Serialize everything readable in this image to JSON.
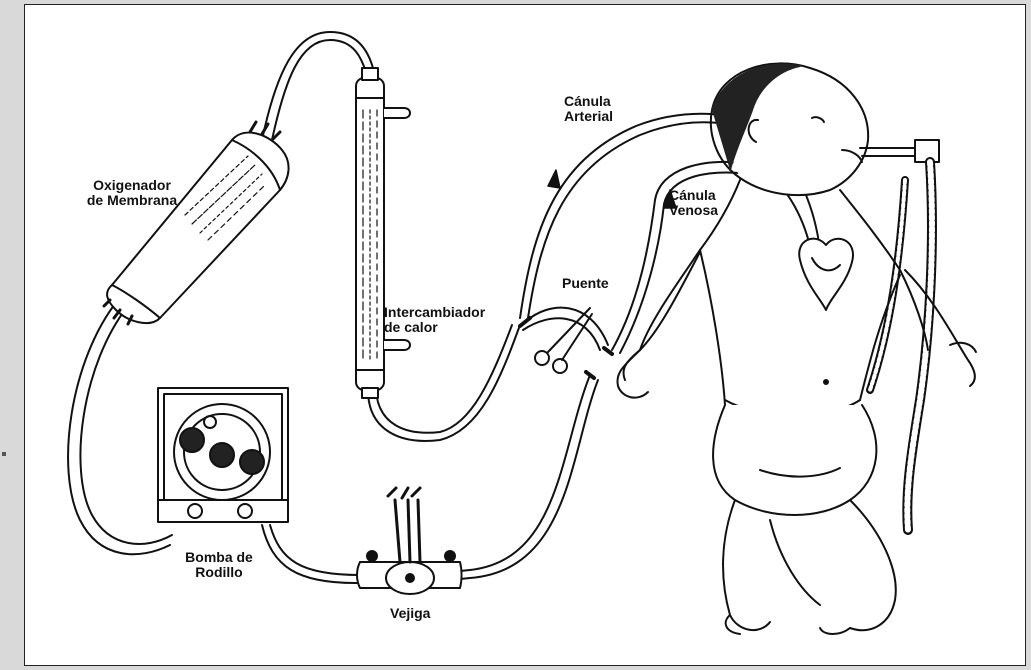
{
  "diagram": {
    "labels": {
      "oxigenador": "Oxigenador\nde Membrana",
      "intercambiador": "Intercambiador\nde calor",
      "canula_arterial": "Cánula\nArterial",
      "canula_venosa": "Cánula\nVenosa",
      "puente": "Puente",
      "bomba": "Bomba de\nRodillo",
      "vejiga": "Vejiga"
    }
  }
}
